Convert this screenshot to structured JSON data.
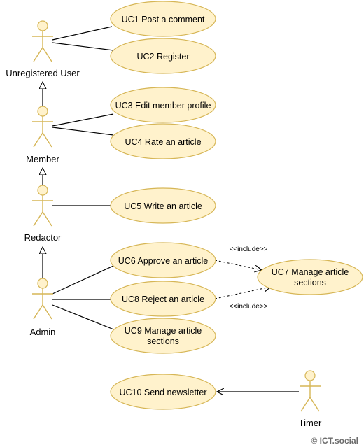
{
  "diagram": {
    "type": "uml-use-case",
    "actors": {
      "unregistered": "Unregistered User",
      "member": "Member",
      "redactor": "Redactor",
      "admin": "Admin",
      "timer": "Timer"
    },
    "use_cases": {
      "uc1": "UC1 Post a comment",
      "uc2": "UC2 Register",
      "uc3": "UC3 Edit member profile",
      "uc4": "UC4 Rate an article",
      "uc5": "UC5 Write an article",
      "uc6": "UC6 Approve an article",
      "uc7_line1": "UC7 Manage article",
      "uc7_line2": "sections",
      "uc8": "UC8 Reject an article",
      "uc9_line1": "UC9 Manage article",
      "uc9_line2": "sections",
      "uc10": "UC10 Send newsletter"
    },
    "stereotypes": {
      "include_top": "<<include>>",
      "include_bottom": "<<include>>"
    },
    "copyright": "© ICT.social",
    "colors": {
      "use_case_fill": "#fff2cc",
      "use_case_stroke": "#d6b656",
      "actor_fill": "#fff2cc",
      "actor_stroke": "#d6b656",
      "line": "#000000",
      "copyright": "#6b6b6b"
    },
    "associations": [
      [
        "Unregistered User",
        "UC1 Post a comment"
      ],
      [
        "Unregistered User",
        "UC2 Register"
      ],
      [
        "Member",
        "UC3 Edit member profile"
      ],
      [
        "Member",
        "UC4 Rate an article"
      ],
      [
        "Redactor",
        "UC5 Write an article"
      ],
      [
        "Admin",
        "UC6 Approve an article"
      ],
      [
        "Admin",
        "UC8 Reject an article"
      ],
      [
        "Admin",
        "UC9 Manage article sections"
      ],
      [
        "Timer",
        "UC10 Send newsletter"
      ]
    ],
    "generalizations": [
      [
        "Member",
        "Unregistered User"
      ],
      [
        "Redactor",
        "Member"
      ],
      [
        "Admin",
        "Redactor"
      ]
    ],
    "includes": [
      [
        "UC6 Approve an article",
        "UC7 Manage article sections"
      ],
      [
        "UC8 Reject an article",
        "UC7 Manage article sections"
      ]
    ]
  }
}
